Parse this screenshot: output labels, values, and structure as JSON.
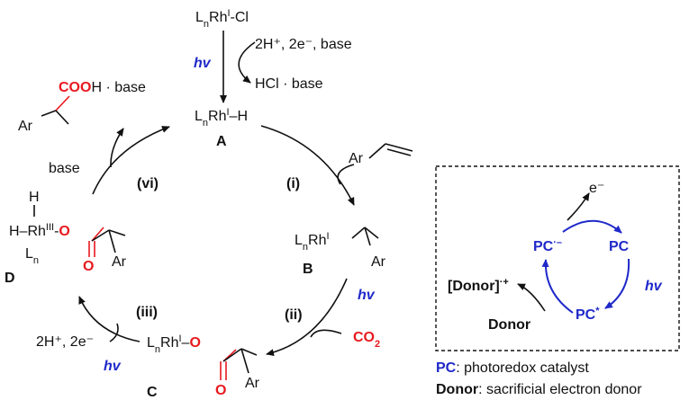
{
  "colors": {
    "red": "#e8191e",
    "blue": "#1f29c9",
    "black": "#111111"
  },
  "top_catalyst": {
    "L": "L",
    "n": "n",
    "Rh": "Rh",
    "ox": "I",
    "rest": "-Cl",
    "reagents": "2H⁺, 2e⁻, base",
    "hv": "hv",
    "byproduct": "HCl · base"
  },
  "species_A": {
    "L": "L",
    "n": "n",
    "Rh": "Rh",
    "ox": "I",
    "rest": "–H",
    "label": "A"
  },
  "product": {
    "cooh": "COO",
    "h": "H",
    "base": " · base",
    "ar": "Ar"
  },
  "alkene": {
    "ar": "Ar"
  },
  "species_B": {
    "L": "L",
    "n": "n",
    "Rh": "Rh",
    "ox": "I",
    "ar": "Ar",
    "label": "B"
  },
  "species_C": {
    "L": "L",
    "n": "n",
    "Rh": "Rh",
    "ox": "I",
    "dash": "–",
    "o1": "O",
    "o2": "O",
    "ar": "Ar",
    "label": "C"
  },
  "species_D": {
    "h1": "H",
    "h2": "H–",
    "Rh": "Rh",
    "ox": "III",
    "dash": "-",
    "o1": "O",
    "o2": "O",
    "L": "L",
    "n": "n",
    "ar": "Ar",
    "label": "D"
  },
  "steps": {
    "i": "(i)",
    "ii": "(ii)",
    "iii": "(iii)",
    "vi": "(vi)",
    "base": "base",
    "co2": "CO",
    "co2_sub": "2",
    "hv_ii": "hv",
    "hv_iii": "hv",
    "reduct": "2H⁺, 2e⁻"
  },
  "inset": {
    "pc": "PC",
    "pc_rad": "PC",
    "rad_sup": "·–",
    "pc_star": "PC",
    "star_sup": "*",
    "electron": "e⁻",
    "hv": "hv",
    "donor": "Donor",
    "donor_rad": "[Donor]",
    "donor_sup": "·+"
  },
  "legend": {
    "pc_key": "PC",
    "pc_desc": ": photoredox catalyst",
    "donor_key": "Donor",
    "donor_desc": ": sacrificial electron donor"
  }
}
